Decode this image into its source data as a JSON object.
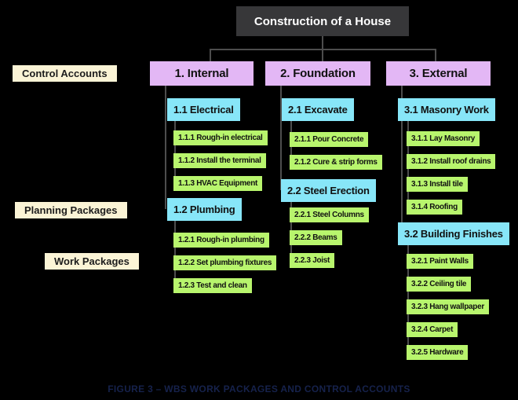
{
  "title": "Construction of a House",
  "caption": "FIGURE 3 – WBS WORK PACKAGES AND CONTROL ACCOUNTS",
  "side_labels": {
    "control_accounts": "Control Accounts",
    "planning_packages": "Planning Packages",
    "work_packages": "Work Packages"
  },
  "colors": {
    "background": "#000000",
    "root_box": "#373739",
    "branch_box": "#e3b7f5",
    "control_account_box": "#87e6f8",
    "work_package_box": "#b8f56d",
    "side_label_box": "#fbf4d6",
    "connector": "#4d4d4d",
    "caption_text": "#16224c"
  },
  "tree": {
    "columns": [
      {
        "branch": "1. Internal",
        "groups": [
          {
            "label": "1.1 Electrical",
            "items": [
              "1.1.1 Rough-in electrical",
              "1.1.2 Install the terminal",
              "1.1.3 HVAC Equipment"
            ]
          },
          {
            "label": "1.2 Plumbing",
            "items": [
              "1.2.1 Rough-in plumbing",
              "1.2.2 Set plumbing fixtures",
              "1.2.3 Test and clean"
            ]
          }
        ]
      },
      {
        "branch": "2. Foundation",
        "groups": [
          {
            "label": "2.1 Excavate",
            "items": [
              "2.1.1 Pour Concrete",
              "2.1.2 Cure & strip forms"
            ]
          },
          {
            "label": "2.2 Steel Erection",
            "items": [
              "2.2.1 Steel Columns",
              "2.2.2 Beams",
              "2.2.3 Joist"
            ]
          }
        ]
      },
      {
        "branch": "3. External",
        "groups": [
          {
            "label": "3.1 Masonry Work",
            "items": [
              "3.1.1 Lay Masonry",
              "3.1.2 Install roof drains",
              "3.1.3 Install tile",
              "3.1.4 Roofing"
            ]
          },
          {
            "label": "3.2 Building Finishes",
            "items": [
              "3.2.1 Paint Walls",
              "3.2.2 Ceiling tile",
              "3.2.3 Hang wallpaper",
              "3.2.4 Carpet",
              "3.2.5 Hardware"
            ]
          }
        ]
      }
    ]
  }
}
